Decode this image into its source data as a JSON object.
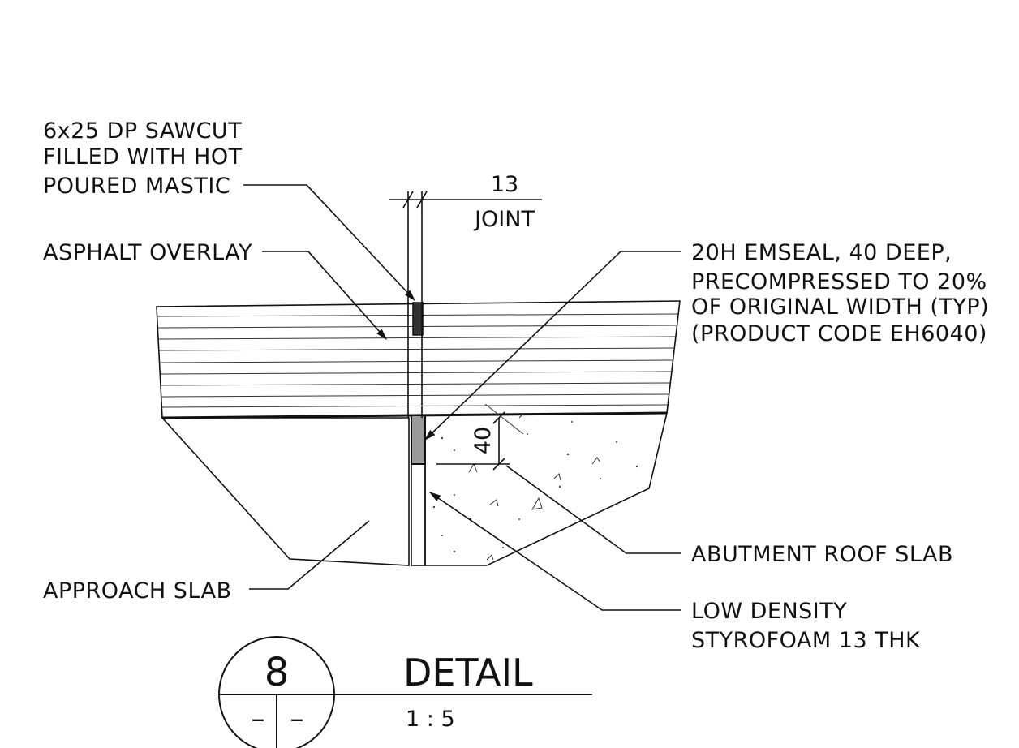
{
  "labels": {
    "sawcut": [
      "6x25 DP SAWCUT",
      "FILLED WITH HOT",
      "POURED MASTIC"
    ],
    "asphalt": "ASPHALT OVERLAY",
    "emseal": [
      "20H EMSEAL, 40 DEEP,",
      "PRECOMPRESSED TO 20%",
      "OF ORIGINAL WIDTH (TYP)",
      "(PRODUCT CODE EH6040)"
    ],
    "abutment": "ABUTMENT ROOF SLAB",
    "styrofoam": [
      "LOW DENSITY",
      "STYROFOAM 13 THK"
    ],
    "approach": "APPROACH SLAB"
  },
  "dimensions": {
    "joint_value": "13",
    "joint_label": "JOINT",
    "depth_value": "40"
  },
  "title_block": {
    "detail_number": "8",
    "sheet_ref_left": "–",
    "sheet_ref_right": "–",
    "title": "DETAIL",
    "scale": "1 : 5"
  }
}
